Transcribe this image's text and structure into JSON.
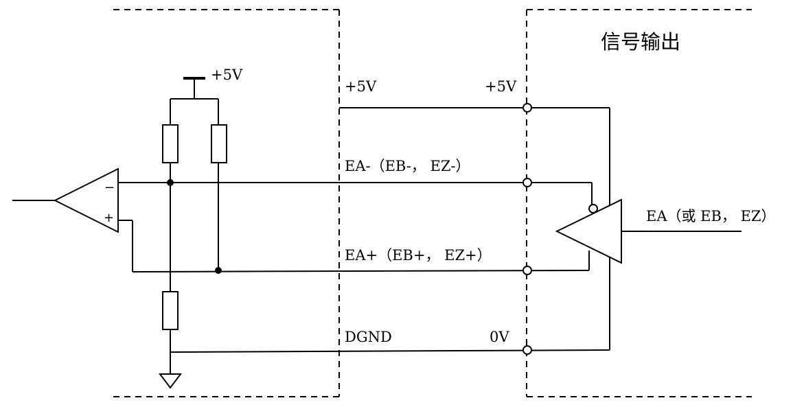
{
  "labels": {
    "signal_output_title": "信号输出",
    "supply_plus5v_resistors": "+5V",
    "left_plus5v": "+5V",
    "right_plus5v": "+5V",
    "ea_minus": "EA-（EB-， EZ-）",
    "ea_plus": "EA+（EB+， EZ+）",
    "dgnd": "DGND",
    "zero_v": "0V",
    "ea_output": "EA（或 EB， EZ）",
    "opamp_minus": "−",
    "opamp_plus": "+"
  }
}
